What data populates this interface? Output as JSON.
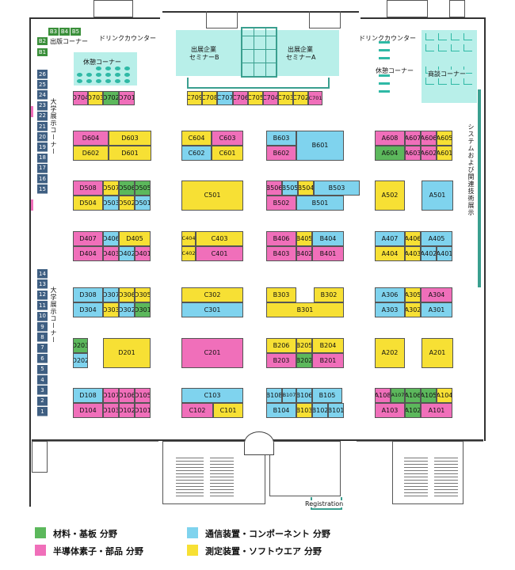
{
  "labels": {
    "publishing_corner": "出版コーナー",
    "drink_left": "ドリンクカウンター",
    "drink_right": "ドリンクカウンター",
    "rest_left": "休憩コーナー",
    "rest_right": "休憩コーナー",
    "business_corner": "商談コーナー",
    "seminar_b_l1": "出展企業",
    "seminar_b_l2": "セミナーB",
    "seminar_a_l1": "出展企業",
    "seminar_a_l2": "セミナーA",
    "university_top": "大学展示コーナー",
    "university_bottom": "大学展示コーナー",
    "system_exhibit": "システムおよび関連技術展示",
    "registration": "Registration"
  },
  "legend": [
    {
      "label": "材料・基板 分野",
      "color": "#5cb85c"
    },
    {
      "label": "半導体素子・部品 分野",
      "color": "#f06fba"
    },
    {
      "label": "通信装置・コンポーネント 分野",
      "color": "#7fd3ee"
    },
    {
      "label": "測定装置・ソフトウエア 分野",
      "color": "#f7e034"
    }
  ],
  "left_numbers_top": [
    "26",
    "25",
    "24",
    "23",
    "22",
    "21",
    "20",
    "19",
    "18",
    "17",
    "16",
    "15"
  ],
  "left_numbers_bottom": [
    "14",
    "13",
    "12",
    "11",
    "10",
    "9",
    "8",
    "7",
    "6",
    "5",
    "4",
    "3",
    "2",
    "1"
  ],
  "b_numbers": [
    "B3",
    "B4",
    "B5",
    "B2",
    "B1"
  ],
  "booths": [
    {
      "id": "D704",
      "c": "semi"
    },
    {
      "id": "D703",
      "c": "meas"
    },
    {
      "id": "D702",
      "c": "mat"
    },
    {
      "id": "D701",
      "c": "semi"
    },
    {
      "id": "C709",
      "c": "meas"
    },
    {
      "id": "C708",
      "c": "meas"
    },
    {
      "id": "C707",
      "c": "comm"
    },
    {
      "id": "C706",
      "c": "semi"
    },
    {
      "id": "C705",
      "c": "meas"
    },
    {
      "id": "C704",
      "c": "semi"
    },
    {
      "id": "C703",
      "c": "meas"
    },
    {
      "id": "C702",
      "c": "meas"
    },
    {
      "id": "C701",
      "c": "semi"
    },
    {
      "id": "D604",
      "c": "semi"
    },
    {
      "id": "D603",
      "c": "meas"
    },
    {
      "id": "D602",
      "c": "meas"
    },
    {
      "id": "D601",
      "c": "meas"
    },
    {
      "id": "C604",
      "c": "meas"
    },
    {
      "id": "C603",
      "c": "semi"
    },
    {
      "id": "C602",
      "c": "comm"
    },
    {
      "id": "C601",
      "c": "meas"
    },
    {
      "id": "B603",
      "c": "comm"
    },
    {
      "id": "B602",
      "c": "semi"
    },
    {
      "id": "B601",
      "c": "comm"
    },
    {
      "id": "A608",
      "c": "semi"
    },
    {
      "id": "A607",
      "c": "semi"
    },
    {
      "id": "A606",
      "c": "semi"
    },
    {
      "id": "A605",
      "c": "meas"
    },
    {
      "id": "A604",
      "c": "mat"
    },
    {
      "id": "A603",
      "c": "semi"
    },
    {
      "id": "A602",
      "c": "semi"
    },
    {
      "id": "A601",
      "c": "meas"
    },
    {
      "id": "D508",
      "c": "semi"
    },
    {
      "id": "D507",
      "c": "meas"
    },
    {
      "id": "D506",
      "c": "mat"
    },
    {
      "id": "D505",
      "c": "mat"
    },
    {
      "id": "D504",
      "c": "meas"
    },
    {
      "id": "D503",
      "c": "comm"
    },
    {
      "id": "D502",
      "c": "meas"
    },
    {
      "id": "D501",
      "c": "comm"
    },
    {
      "id": "C501",
      "c": "meas"
    },
    {
      "id": "B506",
      "c": "semi"
    },
    {
      "id": "B505",
      "c": "comm"
    },
    {
      "id": "B504",
      "c": "meas"
    },
    {
      "id": "B503",
      "c": "comm"
    },
    {
      "id": "B502",
      "c": "semi"
    },
    {
      "id": "B501",
      "c": "comm"
    },
    {
      "id": "A502",
      "c": "meas"
    },
    {
      "id": "A501",
      "c": "comm"
    },
    {
      "id": "D407",
      "c": "semi"
    },
    {
      "id": "D406",
      "c": "comm"
    },
    {
      "id": "D405",
      "c": "meas"
    },
    {
      "id": "D404",
      "c": "semi"
    },
    {
      "id": "D403",
      "c": "semi"
    },
    {
      "id": "D402",
      "c": "comm"
    },
    {
      "id": "D401",
      "c": "semi"
    },
    {
      "id": "C404",
      "c": "meas"
    },
    {
      "id": "C403",
      "c": "meas"
    },
    {
      "id": "C402",
      "c": "meas"
    },
    {
      "id": "C401",
      "c": "semi"
    },
    {
      "id": "B406",
      "c": "semi"
    },
    {
      "id": "B405",
      "c": "meas"
    },
    {
      "id": "B404",
      "c": "comm"
    },
    {
      "id": "B403",
      "c": "semi"
    },
    {
      "id": "B402",
      "c": "semi"
    },
    {
      "id": "B401",
      "c": "semi"
    },
    {
      "id": "A407",
      "c": "comm"
    },
    {
      "id": "A406",
      "c": "meas"
    },
    {
      "id": "A405",
      "c": "comm"
    },
    {
      "id": "A404",
      "c": "meas"
    },
    {
      "id": "A403",
      "c": "meas"
    },
    {
      "id": "A402",
      "c": "comm"
    },
    {
      "id": "A401",
      "c": "comm"
    },
    {
      "id": "D308",
      "c": "comm"
    },
    {
      "id": "D307",
      "c": "comm"
    },
    {
      "id": "D306",
      "c": "meas"
    },
    {
      "id": "D305",
      "c": "meas"
    },
    {
      "id": "D304",
      "c": "comm"
    },
    {
      "id": "D303",
      "c": "meas"
    },
    {
      "id": "D302",
      "c": "comm"
    },
    {
      "id": "D301",
      "c": "mat"
    },
    {
      "id": "C302",
      "c": "meas"
    },
    {
      "id": "C301",
      "c": "comm"
    },
    {
      "id": "B303",
      "c": "meas"
    },
    {
      "id": "B302",
      "c": "meas"
    },
    {
      "id": "B301",
      "c": "meas"
    },
    {
      "id": "A306",
      "c": "comm"
    },
    {
      "id": "A305",
      "c": "meas"
    },
    {
      "id": "A304",
      "c": "semi"
    },
    {
      "id": "A303",
      "c": "comm"
    },
    {
      "id": "A302",
      "c": "meas"
    },
    {
      "id": "A301",
      "c": "comm"
    },
    {
      "id": "D203",
      "c": "mat"
    },
    {
      "id": "D202",
      "c": "comm"
    },
    {
      "id": "D201",
      "c": "meas"
    },
    {
      "id": "C201",
      "c": "semi"
    },
    {
      "id": "B206",
      "c": "meas"
    },
    {
      "id": "B205",
      "c": "meas"
    },
    {
      "id": "B204",
      "c": "meas"
    },
    {
      "id": "B203",
      "c": "semi"
    },
    {
      "id": "B202",
      "c": "mat"
    },
    {
      "id": "B201",
      "c": "semi"
    },
    {
      "id": "A202",
      "c": "meas"
    },
    {
      "id": "A201",
      "c": "meas"
    },
    {
      "id": "D108",
      "c": "comm"
    },
    {
      "id": "D107",
      "c": "semi"
    },
    {
      "id": "D106",
      "c": "semi"
    },
    {
      "id": "D105",
      "c": "semi"
    },
    {
      "id": "D104",
      "c": "semi"
    },
    {
      "id": "D103",
      "c": "semi"
    },
    {
      "id": "D102",
      "c": "semi"
    },
    {
      "id": "D101",
      "c": "semi"
    },
    {
      "id": "C103",
      "c": "comm"
    },
    {
      "id": "C102",
      "c": "semi"
    },
    {
      "id": "C101",
      "c": "meas"
    },
    {
      "id": "B108",
      "c": "comm"
    },
    {
      "id": "B107",
      "c": "comm"
    },
    {
      "id": "B106",
      "c": "comm"
    },
    {
      "id": "B105",
      "c": "comm"
    },
    {
      "id": "B104",
      "c": "comm"
    },
    {
      "id": "B103",
      "c": "meas"
    },
    {
      "id": "B102",
      "c": "comm"
    },
    {
      "id": "B101",
      "c": "comm"
    },
    {
      "id": "A108",
      "c": "semi"
    },
    {
      "id": "A107",
      "c": "mat"
    },
    {
      "id": "A106",
      "c": "mat"
    },
    {
      "id": "A105",
      "c": "mat"
    },
    {
      "id": "A104",
      "c": "meas"
    },
    {
      "id": "A103",
      "c": "semi"
    },
    {
      "id": "A102",
      "c": "mat"
    },
    {
      "id": "A101",
      "c": "semi"
    }
  ]
}
